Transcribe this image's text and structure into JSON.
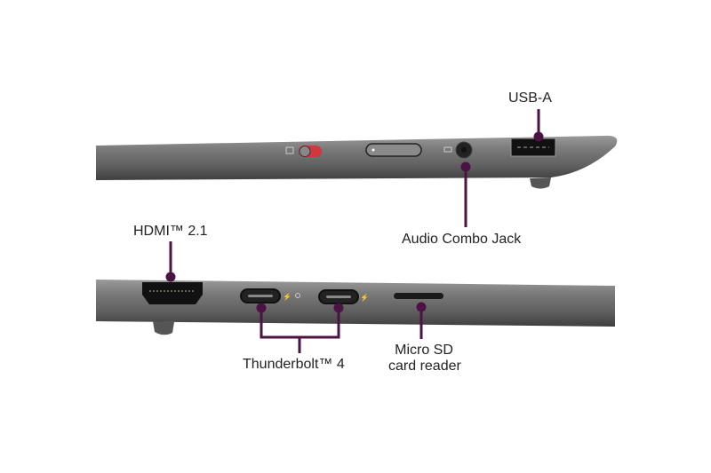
{
  "labels": {
    "usb_a": "USB-A",
    "audio": "Audio Combo Jack",
    "hdmi": "HDMI™ 2.1",
    "thunderbolt": "Thunderbolt™ 4",
    "microsd_line1": "Micro SD",
    "microsd_line2": "card reader"
  },
  "colors": {
    "callout": "#4a1343",
    "body": "#707070",
    "switch_red": "#d0383d"
  }
}
